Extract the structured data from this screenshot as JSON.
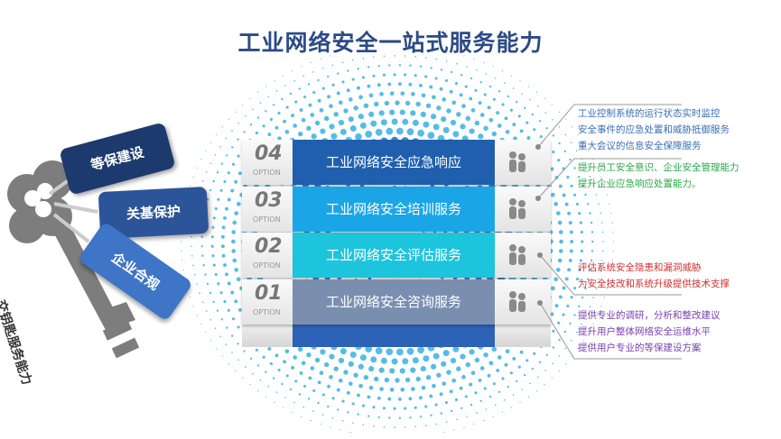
{
  "title": "工业网络安全一站式服务能力",
  "key": {
    "label": "交钥匙服务能力",
    "tags": [
      "等保建设",
      "关基保护",
      "企业合规"
    ],
    "tag_colors": [
      "#1d3a6e",
      "#2c5499",
      "#3f75c6"
    ]
  },
  "options": [
    {
      "num": "04",
      "option": "OPTION",
      "label": "工业网络安全应急响应",
      "color": "#1f5fae",
      "icon": "team-meeting-icon"
    },
    {
      "num": "03",
      "option": "OPTION",
      "label": "工业网络安全培训服务",
      "color": "#1aa6e6",
      "icon": "training-presentation-icon"
    },
    {
      "num": "02",
      "option": "OPTION",
      "label": "工业网络安全评估服务",
      "color": "#1cc4dc",
      "icon": "assessment-person-icon"
    },
    {
      "num": "01",
      "option": "OPTION",
      "label": "工业网络安全咨询服务",
      "color": "#7a8fb0",
      "icon": "consulting-chat-icon"
    }
  ],
  "descriptions": [
    {
      "color": "#3a6fb5",
      "lines": [
        "工业控制系统的运行状态实时监控",
        "安全事件的应急处置和威胁抵御服务",
        "重大会议的信息安全保障服务"
      ]
    },
    {
      "color": "#2aa84a",
      "lines": [
        "提升员工安全意识、企业安全管理能力",
        "提升企业应急响应处置能力。"
      ]
    },
    {
      "color": "#d03030",
      "lines": [
        "评估系统安全隐患和漏洞威胁",
        "为安全技改和系统升级提供技术支撑"
      ]
    },
    {
      "color": "#7a3fb0",
      "lines": [
        "提供专业的调研，分析和整改建议",
        "提升用户整体网络安全运维水平",
        "提供用户专业的等保建设方案"
      ]
    }
  ]
}
